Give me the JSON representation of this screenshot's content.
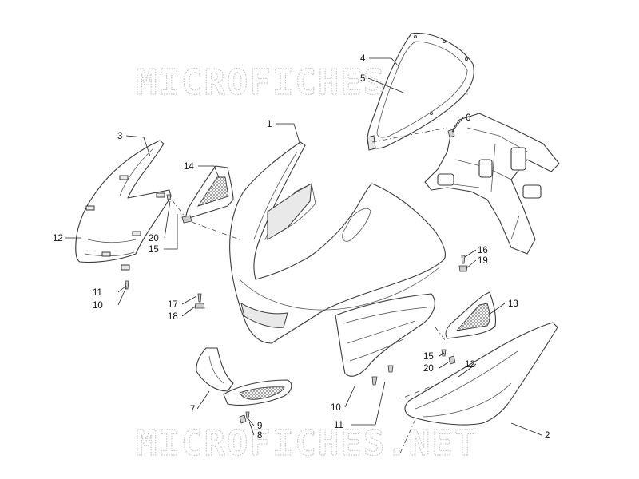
{
  "watermark": {
    "text": "MICROFICHES.NET"
  },
  "callouts": [
    {
      "id": "c1",
      "label": "1"
    },
    {
      "id": "c2",
      "label": "2"
    },
    {
      "id": "c3",
      "label": "3"
    },
    {
      "id": "c4",
      "label": "4"
    },
    {
      "id": "c5",
      "label": "5"
    },
    {
      "id": "c6",
      "label": "6"
    },
    {
      "id": "c7",
      "label": "7"
    },
    {
      "id": "c8",
      "label": "8"
    },
    {
      "id": "c9",
      "label": "9"
    },
    {
      "id": "c10a",
      "label": "10"
    },
    {
      "id": "c10b",
      "label": "10"
    },
    {
      "id": "c11a",
      "label": "11"
    },
    {
      "id": "c11b",
      "label": "11"
    },
    {
      "id": "c12a",
      "label": "12"
    },
    {
      "id": "c12b",
      "label": "12"
    },
    {
      "id": "c13",
      "label": "13"
    },
    {
      "id": "c14",
      "label": "14"
    },
    {
      "id": "c15a",
      "label": "15"
    },
    {
      "id": "c15b",
      "label": "15"
    },
    {
      "id": "c16",
      "label": "16"
    },
    {
      "id": "c17",
      "label": "17"
    },
    {
      "id": "c18",
      "label": "18"
    },
    {
      "id": "c19",
      "label": "19"
    },
    {
      "id": "c20a",
      "label": "20"
    },
    {
      "id": "c20b",
      "label": "20"
    }
  ]
}
